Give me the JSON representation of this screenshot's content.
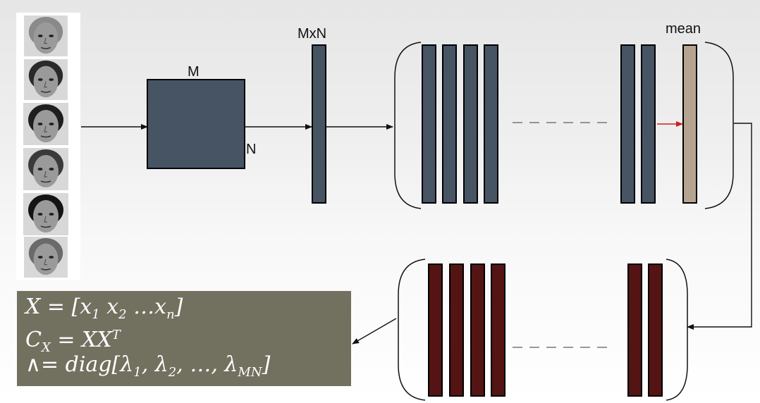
{
  "labels": {
    "matrix_width": "M",
    "matrix_height": "N",
    "vector_size": "MxN",
    "mean": "mean"
  },
  "faces": [
    {
      "name": "face-1",
      "hair": "#8a8a8a"
    },
    {
      "name": "face-2",
      "hair": "#2a2a2a"
    },
    {
      "name": "face-3",
      "hair": "#1e1e1e"
    },
    {
      "name": "face-4",
      "hair": "#3a3a3a"
    },
    {
      "name": "face-5",
      "hair": "#141414"
    },
    {
      "name": "face-6",
      "hair": "#6a6a6a"
    }
  ],
  "equations": {
    "line1": {
      "lhs": "X",
      "rhs_open": "= [",
      "x1": "x",
      "x1_sub": "1",
      "x2": "x",
      "x2_sub": "2",
      "dots": "…",
      "xn": "x",
      "xn_sub": "n",
      "close": "]"
    },
    "line2": {
      "lhs": "C",
      "lhs_sub": "X",
      "rhs": "= XX",
      "rhs_sup": "T"
    },
    "line3": {
      "lhs": "∧= diag[",
      "l1": "λ",
      "l1_sub": "1",
      "sep1": ", ",
      "l2": "λ",
      "l2_sub": "2",
      "sep2": ", …, ",
      "lmn": "λ",
      "lmn_sub": "MN",
      "close": "]"
    }
  },
  "colors": {
    "slate": "#475463",
    "mean_bar": "#b5a48f",
    "eigen_bar": "#541414",
    "arrow": "#111111",
    "mean_arrow": "#d11f1f",
    "equation_bg": "#72705f"
  }
}
